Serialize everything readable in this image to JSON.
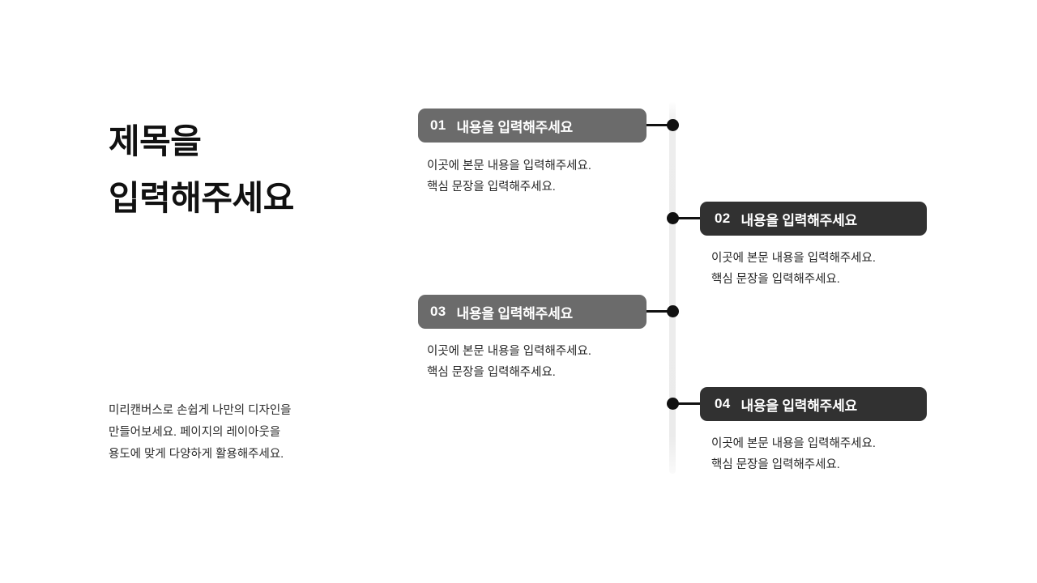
{
  "slide": {
    "background_color": "#ffffff",
    "title_lines": [
      "제목을",
      "입력해주세요"
    ],
    "lead_lines": [
      "미리캔버스로 손쉽게 나만의 디자인을",
      "만들어보세요. 페이지의 레이아웃을",
      "용도에 맞게 다양하게 활용해주세요."
    ]
  },
  "timeline": {
    "axis_color": "#ebebeb",
    "dot_color": "#111111",
    "connector_color": "#111111",
    "steps": [
      {
        "number": "01",
        "label": "내용을 입력해주세요",
        "side": "left",
        "bar_color": "#6b6b6b",
        "body_lines": [
          "이곳에 본문 내용을 입력해주세요.",
          "핵심 문장을 입력해주세요."
        ]
      },
      {
        "number": "02",
        "label": "내용을 입력해주세요",
        "side": "right",
        "bar_color": "#313131",
        "body_lines": [
          "이곳에 본문 내용을 입력해주세요.",
          "핵심 문장을 입력해주세요."
        ]
      },
      {
        "number": "03",
        "label": "내용을 입력해주세요",
        "side": "left",
        "bar_color": "#6b6b6b",
        "body_lines": [
          "이곳에 본문 내용을 입력해주세요.",
          "핵심 문장을 입력해주세요."
        ]
      },
      {
        "number": "04",
        "label": "내용을 입력해주세요",
        "side": "right",
        "bar_color": "#313131",
        "body_lines": [
          "이곳에 본문 내용을 입력해주세요.",
          "핵심 문장을 입력해주세요."
        ]
      }
    ]
  }
}
